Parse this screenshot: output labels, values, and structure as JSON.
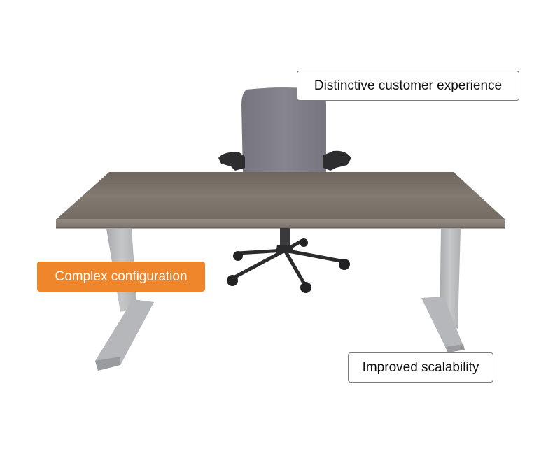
{
  "callouts": {
    "experience": "Distinctive customer experience",
    "configuration": "Complex configuration",
    "scalability": "Improved scalability"
  },
  "colors": {
    "accent": "#f0862b",
    "desk_top": "#7a726a",
    "desk_edge": "#8e867d",
    "frame": "#b9babc",
    "chair_fabric": "#7f7d86",
    "chair_base": "#2b2b2d"
  }
}
